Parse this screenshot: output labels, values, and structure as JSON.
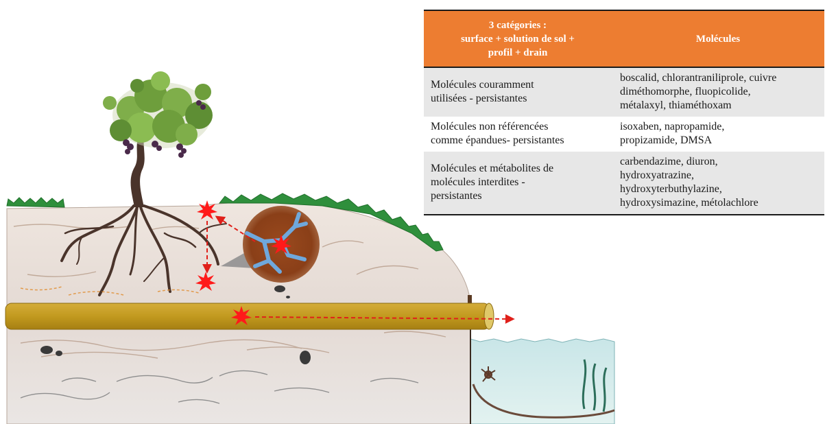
{
  "table": {
    "headers": {
      "categories": "3 catégories :\nsurface + solution de sol +\nprofil + drain",
      "molecules": "Molécules"
    },
    "rows": [
      {
        "category": "Molécules couramment\nutilisées - persistantes",
        "molecules": "boscalid, chlorantraniliprole, cuivre\ndiméthomorphe, fluopicolide,\nmétalaxyl, thiaméthoxam"
      },
      {
        "category": "Molécules non référencées\ncomme épandues- persistantes",
        "molecules": "isoxaben, napropamide,\npropizamide, DMSA"
      },
      {
        "category": "Molécules et métabolites de\nmolécules interdites -\npersistantes",
        "molecules": "carbendazime, diuron,\nhydroxyatrazine,\nhydroxyterbuthylazine,\nhydroxysimazine, métolachlore"
      }
    ]
  },
  "colors": {
    "header_bg": "#ed7d31",
    "row_shaded": "#e7e7e7",
    "drain_pipe": "#c9a227",
    "contamination_burst": "#ff1a1a",
    "flow_arrows": "#e0201a",
    "soil": "#e6dcd6",
    "water": "#d4ecec",
    "grass": "#2e8b3a"
  }
}
